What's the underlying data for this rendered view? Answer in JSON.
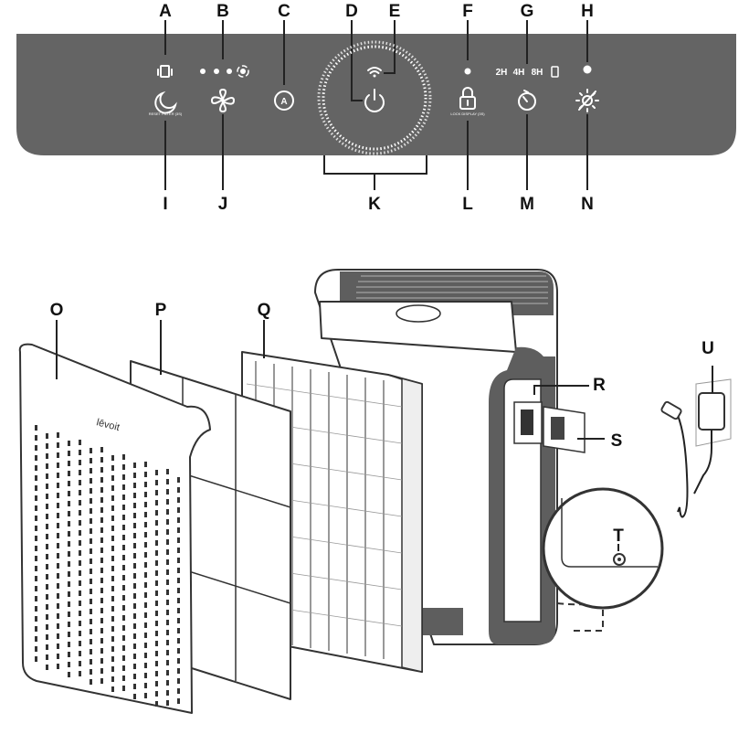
{
  "title": "Air purifier control panel and parts diagram",
  "labels": {
    "A": "A",
    "B": "B",
    "C": "C",
    "D": "D",
    "E": "E",
    "F": "F",
    "G": "G",
    "H": "H",
    "I": "I",
    "J": "J",
    "K": "K",
    "L": "L",
    "M": "M",
    "N": "N",
    "O": "O",
    "P": "P",
    "Q": "Q",
    "R": "R",
    "S": "S",
    "T": "T",
    "U": "U"
  },
  "panel": {
    "timer_options": [
      "2H",
      "4H",
      "8H"
    ],
    "reset_filter_text": "RESET FILTER (3S)",
    "lock_display_text": "LOCK DISPLAY (3S)",
    "icons": [
      "filter-indicator-icon",
      "fan-speed-dots",
      "sleep-icon",
      "fan-icon",
      "auto-mode-icon",
      "wifi-icon",
      "power-icon",
      "lock-icon",
      "timer-icon",
      "phone-icon",
      "display-off-icon"
    ]
  },
  "brand_logo": "levoit",
  "colors": {
    "panel": "#646464",
    "housing": "#5e5e5e",
    "line": "#333333"
  }
}
